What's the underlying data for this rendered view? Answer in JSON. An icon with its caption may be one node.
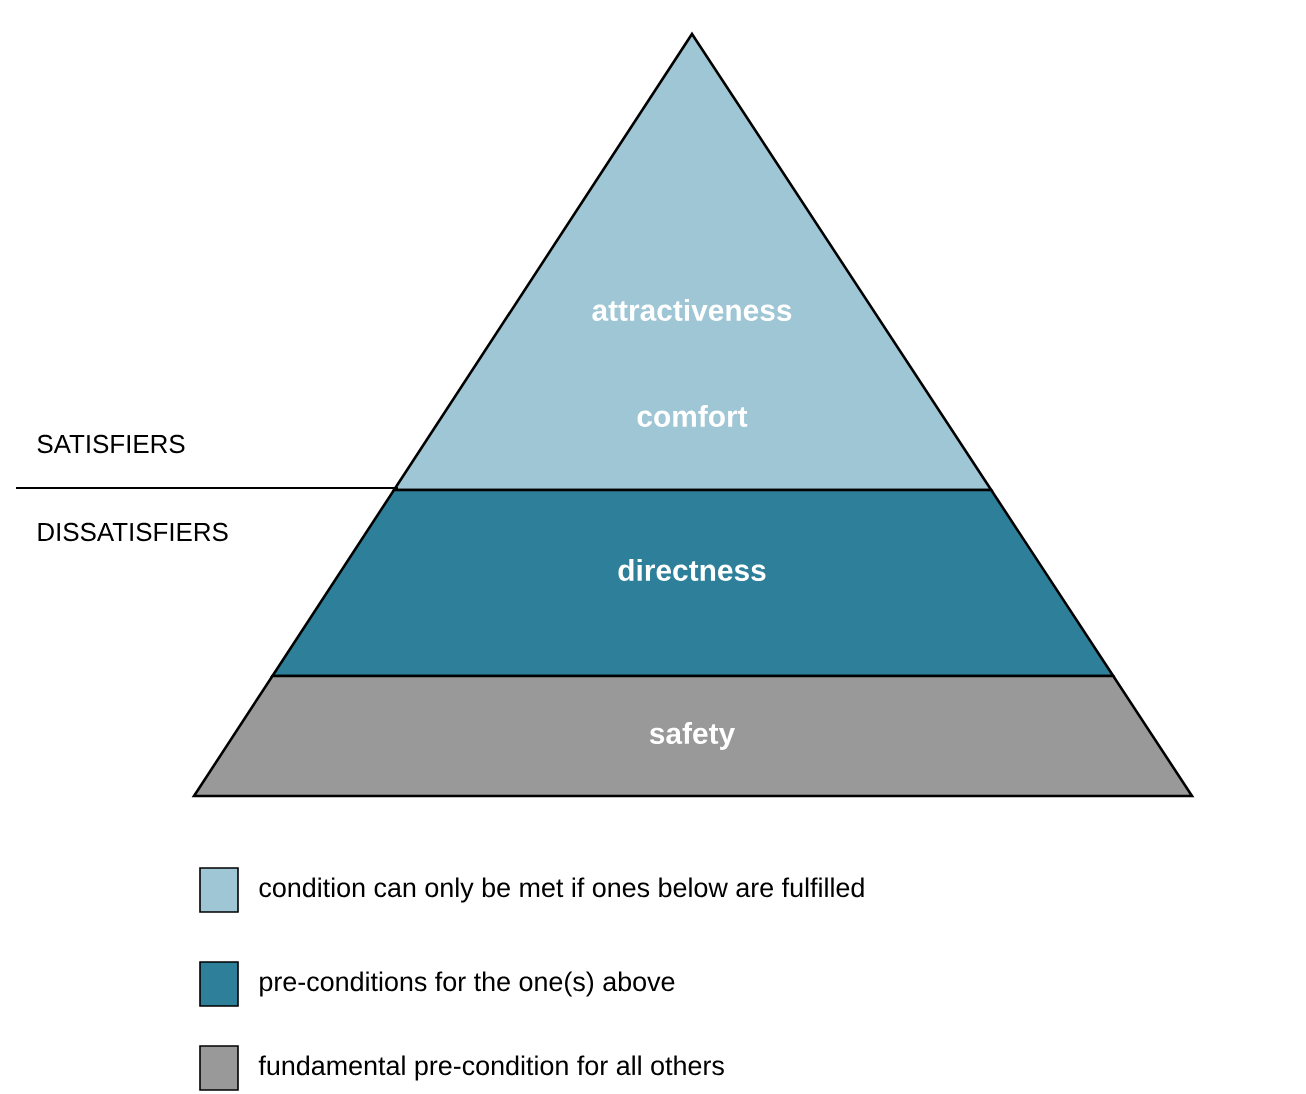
{
  "diagram": {
    "nodes": [
      {
        "text": [
          "attractiveness",
          "comfort"
        ]
      },
      {
        "text": [
          "directness"
        ]
      },
      {
        "text": [
          "safety"
        ]
      }
    ],
    "labels": [
      "SATISFIERS",
      "DISSATISFIERS"
    ],
    "legend": [
      {
        "text": "condition can only be met if ones below are fulfilled",
        "color": "#9ec6d4"
      },
      {
        "text": "pre-conditions for the one(s) above",
        "color": "#2e7f99"
      },
      {
        "text": "fundamental pre-condition for all others",
        "color": "#999999"
      }
    ]
  }
}
